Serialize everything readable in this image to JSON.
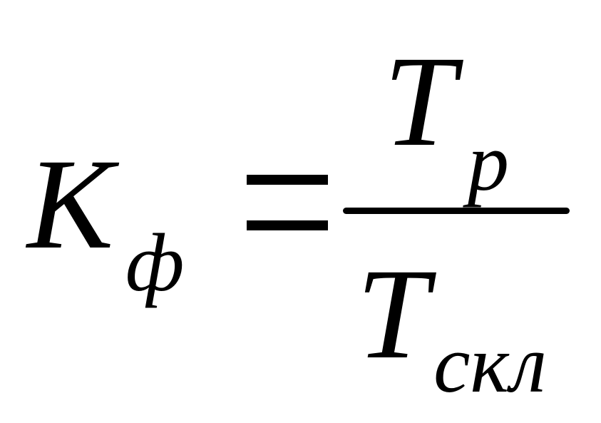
{
  "formula": {
    "lhs": {
      "symbol": "K",
      "subscript": "ф"
    },
    "relation": "=",
    "numerator": {
      "symbol": "T",
      "subscript": "p"
    },
    "denominator": {
      "symbol": "T",
      "subscript": "скл"
    }
  }
}
